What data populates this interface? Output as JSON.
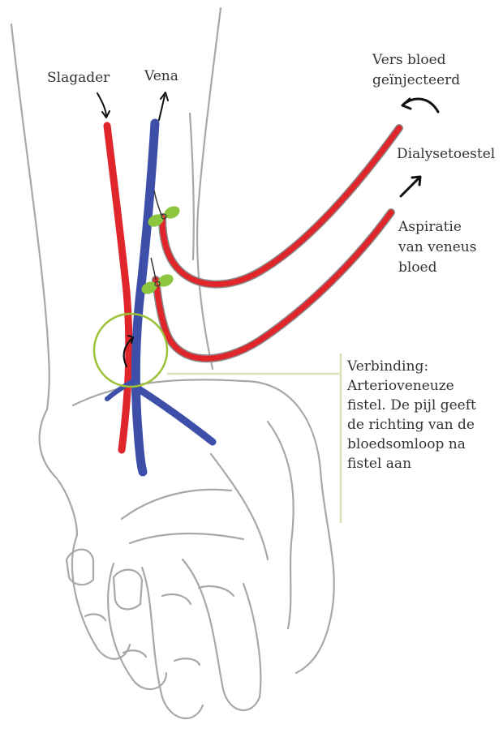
{
  "labels": {
    "slagader": "Slagader",
    "vena": "Vena",
    "vers_bloed": "Vers bloed geïnjecteerd",
    "dialysetoestel": "Dialysetoestel",
    "aspiratie": "Aspiratie van veneus bloed",
    "verbinding": "Verbinding: Arterioveneuze fistel. De pijl geeft de richting van de bloedsomloop na fistel aan"
  },
  "colors": {
    "artery": "#e0252b",
    "vein": "#3d4fa8",
    "needle_clamp": "#8cc63f",
    "fistula_circle": "#9cc23a",
    "callout_line": "#d7e2b4",
    "outline": "#a8a8a8",
    "text": "#333333"
  }
}
